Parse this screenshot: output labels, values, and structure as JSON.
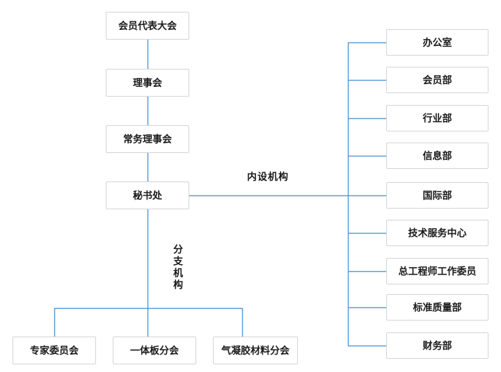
{
  "colors": {
    "connector_blue": "#5b9bd5",
    "box_border_gray": "#d4d4d4",
    "text_black": "#1a1a1a",
    "background": "#ffffff"
  },
  "org_chart": {
    "governance_chain": [
      "会员代表大会",
      "理事会",
      "常务理事会",
      "秘书处"
    ],
    "internal_section_label": "内设机构",
    "internal_departments": [
      "办公室",
      "会员部",
      "行业部",
      "信息部",
      "国际部",
      "技术服务中心",
      "总工程师工作委员",
      "标准质量部",
      "财务部"
    ],
    "branch_section_label": "分支机构",
    "branches": [
      "专家委员会",
      "一体板分会",
      "气凝胶材料分会"
    ]
  }
}
